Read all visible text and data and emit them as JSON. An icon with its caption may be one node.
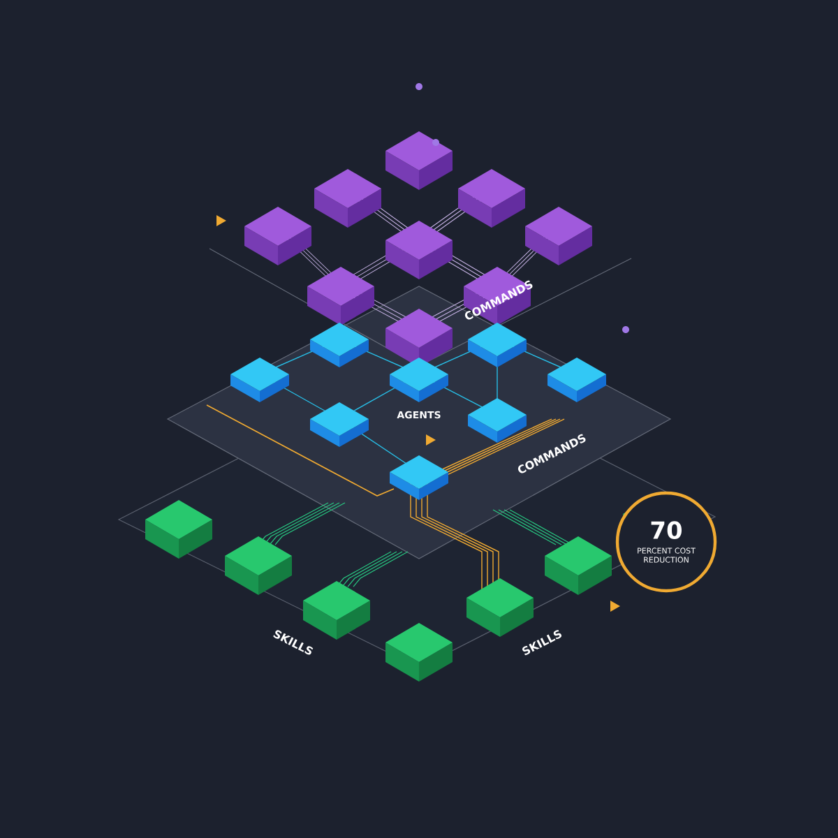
{
  "diagram": {
    "nodes": [
      {
        "text": [
          "70",
          "PERCENT COST REDUCTION"
        ]
      }
    ],
    "labels": [
      "COMMANDS",
      "AGENTS",
      "COMMANDS",
      "SKILLS",
      "SKILLS"
    ]
  }
}
